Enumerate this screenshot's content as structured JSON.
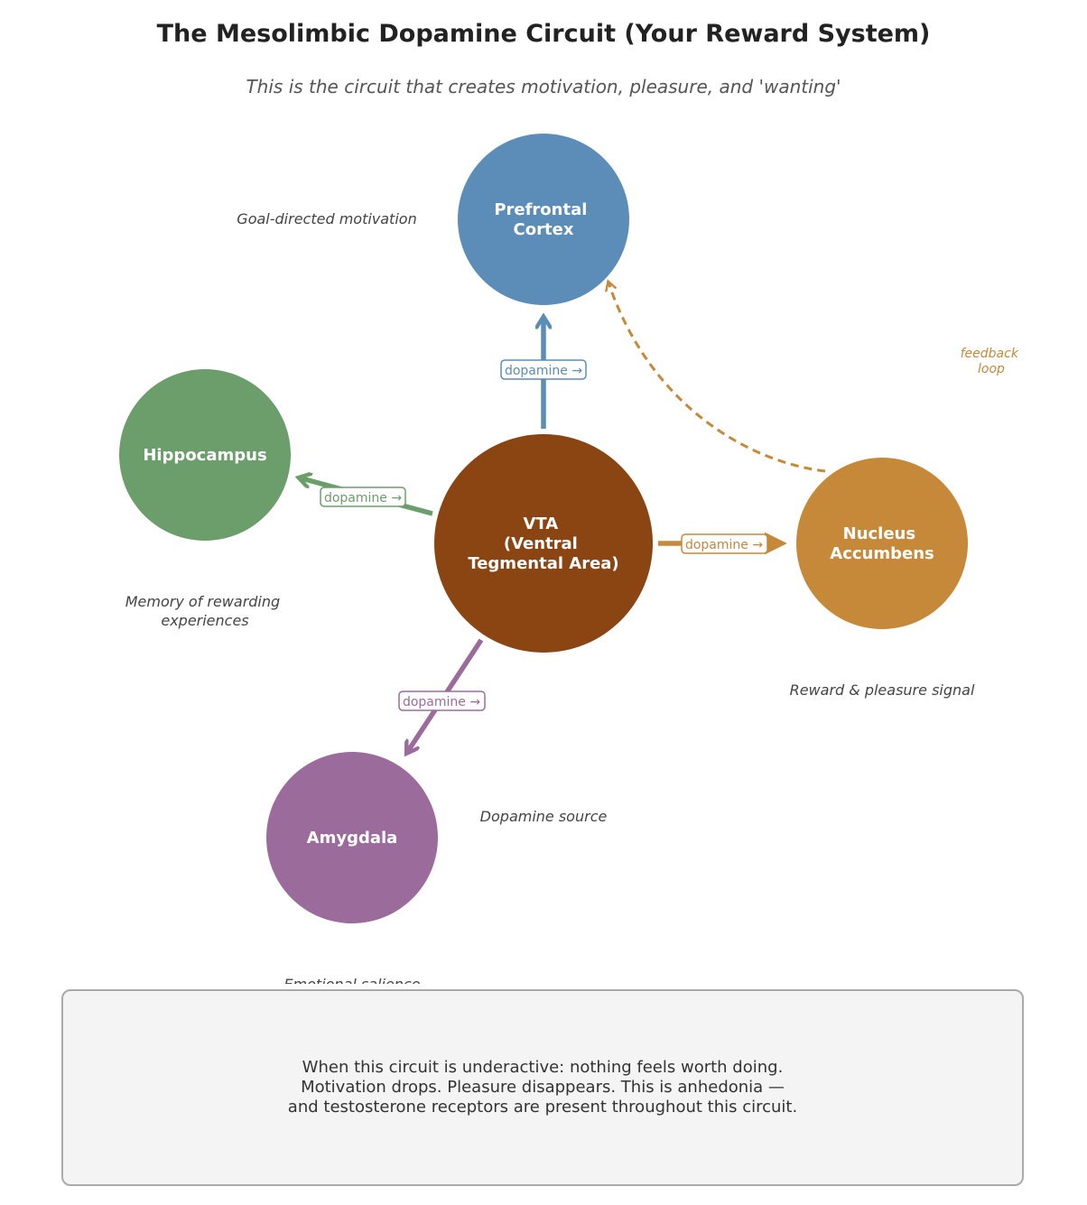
{
  "title": "The Mesolimbic Dopamine Circuit (Your Reward System)",
  "subtitle": "This is the circuit that creates motivation, pleasure, and 'wanting'",
  "colors": {
    "prefrontal": "#5b8db8",
    "hippocampus": "#6b9e6b",
    "vta": "#8b4513",
    "nucleus": "#c68839",
    "amygdala": "#9b6b9b"
  },
  "nodes": {
    "prefrontal": {
      "label": [
        "Prefrontal",
        "Cortex"
      ],
      "description": [
        "Goal-directed motivation"
      ]
    },
    "hippocampus": {
      "label": [
        "Hippocampus"
      ],
      "description": [
        "Memory of rewarding",
        "experiences"
      ]
    },
    "vta": {
      "label": [
        "VTA",
        "(Ventral",
        "Tegmental Area)"
      ],
      "description": [
        "Dopamine source"
      ]
    },
    "nucleus": {
      "label": [
        "Nucleus",
        "Accumbens"
      ],
      "description": [
        "Reward & pleasure signal"
      ]
    },
    "amygdala": {
      "label": [
        "Amygdala"
      ],
      "description": [
        "Emotional salience"
      ]
    }
  },
  "edges": {
    "to_prefrontal": "dopamine →",
    "to_hippocampus": "dopamine →",
    "to_nucleus": "dopamine →",
    "to_amygdala": "dopamine →"
  },
  "feedback_label": [
    "feedback",
    "loop"
  ],
  "note": [
    "When this circuit is underactive: nothing feels worth doing.",
    "Motivation drops. Pleasure disappears. This is anhedonia —",
    "and testosterone receptors are present throughout this circuit."
  ]
}
